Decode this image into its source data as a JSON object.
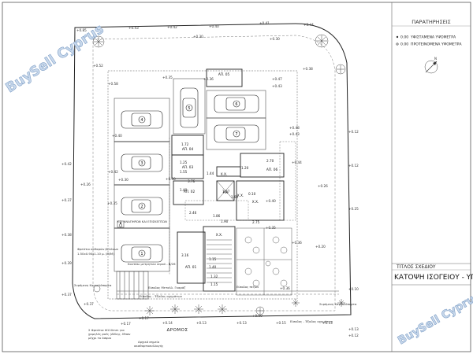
{
  "watermark": "BuySell Cyprus",
  "remarks_title": "ΠΑΡΑΤΗΡΗΣΕΙΣ",
  "legend": [
    {
      "value": "0.00",
      "text": "ΥΦΙΣΤΑΜΕΝΑ ΥΨΟΜΕΤΡΑ"
    },
    {
      "value": "0.00",
      "text": "ΠΡΟΤΕΙΝΟΜΕΝΑ ΥΨΟΜΕΤΡΑ"
    }
  ],
  "title_block": {
    "label": "ΤΙΤΛΟΣ ΣΧΕΔΙΟΥ",
    "title": "ΚΑΤΟΨΗ ΙΣΟΓΕΙΟΥ - ΥΠΟΣΤΕΓΟ"
  },
  "street": "ΔΡΟΜΟΣ",
  "rooms": {
    "ap05": "ΑΠ. 05",
    "ap04": "ΑΠ. 04",
    "ap03": "ΑΠ. 03",
    "ap06": "ΑΠ. 06",
    "ap02": "ΑΠ. 02",
    "ap01": "ΑΠ. 01",
    "wc1": "Χ.Χ.",
    "wc2": "Χ.Χ.",
    "wc3": "Χ.Χ.",
    "stairs_wc": "Χ.Χ.",
    "lift": "ΑΝ"
  },
  "parking_numbers": [
    "1",
    "2",
    "3",
    "4",
    "5",
    "6",
    "7"
  ],
  "disabled_parking": "Χ.Σ. ΑΝΑΠΗΡΩΝ ΚΑΙ ΕΠΙΣΚΕΠΤΩΝ",
  "notes": {
    "n1": "Φρεάτιο καθαρών βελόνων",
    "n2": "1.50x0.90x1.10 μ. (Μ/Μ)",
    "n3": "Κουτάκι μετρητών νερού - Β/26",
    "n4": "Είσοδος Μεταλλ. Γκαράζ",
    "n5": "Συρόμενη Καγκελόπορτα",
    "n6": "Είσοδος - Έξοδος οχημάτων",
    "n7": "Είσοδος πεζών",
    "n8": "Συρόμενη Καγκελόπορτα",
    "n9": "Είσοδος - Έξοδος οχημάτων",
    "n10": "2 Φρεάτια Φ110mm για",
    "n11": "χαμηλές ροές (Αθλης. Μπαν",
    "n12": "μέχρι το όσφυο",
    "n13": "Αρχικό σημείο",
    "n14": "ακαθαρτοσυλλογής"
  },
  "levels": {
    "t1": "+0.41",
    "t2": "+0.43",
    "t3": "+0.42",
    "t4": "+0.40",
    "t5": "+0.44",
    "l1": "+0.85",
    "l2": "+0.52",
    "l3": "+0.58",
    "l4": "+0.42",
    "l5": "+0.40",
    "l6": "+0.26",
    "l7": "+0.37",
    "l8": "+0.38",
    "l9": "+0.39",
    "l10": "+0.37",
    "l11": "+0.37",
    "l12": "+0.35",
    "r1": "+0.30",
    "r2": "+0.12",
    "r3": "+0.12",
    "r4": "+0.26",
    "r5": "+0.25",
    "r6": "+0.20",
    "r7": "+0.10",
    "i1": "+0.38",
    "i2": "+0.30",
    "i3": "+0.40",
    "i4": "+0.36",
    "i5": "+0.35",
    "i6": "+0.47",
    "i7": "+0.43",
    "i8": "+0.48",
    "i9": "+0.43",
    "i10": "+0.46",
    "i11": "+0.44",
    "i12": "+0.42",
    "i13": "+0.30",
    "i14": "+0.40",
    "i15": "+0.40",
    "i16": "+0.30",
    "i17": "+0.35",
    "i18": "+0.36",
    "i19": "+0.36",
    "b1": "+0.17",
    "b2": "+0.14",
    "b3": "+0.13",
    "b4": "+0.13",
    "b5": "+0.00",
    "b6": "+0.15",
    "b7": "+0.13",
    "b8": "+0.13",
    "b9": "+0.17",
    "b10": "+0.12"
  },
  "dims": {
    "d1": "1.72",
    "d2": "1.25",
    "d3": "1.55",
    "d4": "3.76",
    "d5": "1.40",
    "d6": "1.44",
    "d7": "1.20",
    "d8": "2.70",
    "d9": "1.90",
    "d10": "0.10",
    "d11": "2.46",
    "d12": "1.86",
    "d13": "1.90",
    "d14": "2.75",
    "d15": "3.16",
    "d16": "1.15",
    "d17": "1.40",
    "d18": "1.17",
    "d19": "1.32",
    "d20": "1.15"
  }
}
